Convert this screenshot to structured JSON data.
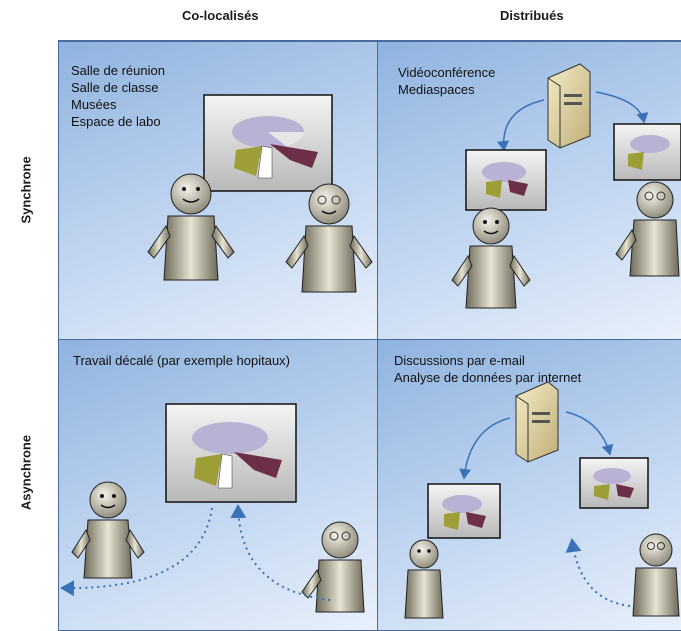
{
  "columns": {
    "colocated": "Co-localisés",
    "distributed": "Distribués"
  },
  "rows": {
    "synchronous": "Synchrone",
    "asynchronous": "Asynchrone"
  },
  "cells": {
    "sync_colocated": [
      "Salle de réunion",
      "Salle de classe",
      "Musées",
      "Espace de labo"
    ],
    "sync_distributed": [
      "Vidéoconférence",
      "Mediaspaces"
    ],
    "async_colocated": [
      "Travail décalé (par exemple hopitaux)"
    ],
    "async_distributed": [
      "Discussions par e-mail",
      "Analyse de données par internet"
    ]
  }
}
